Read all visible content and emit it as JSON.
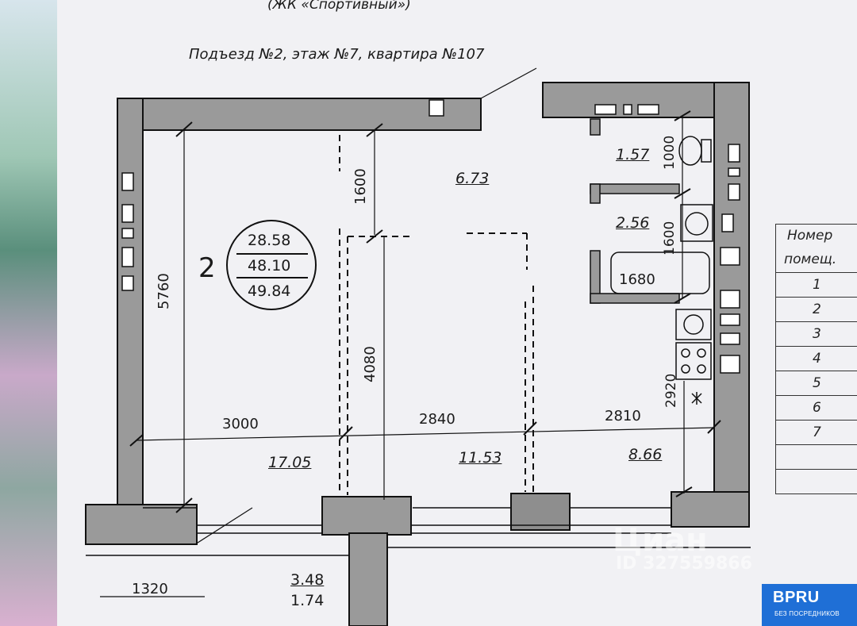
{
  "header": {
    "complex": "(ЖК «Спортивный»)",
    "location": "Подъезд №2, этаж №7, квартира №107"
  },
  "apartment": {
    "number": "2",
    "area_living": "28.58",
    "area_total": "48.10",
    "area_with_balcony": "49.84"
  },
  "rooms": {
    "hall": "6.73",
    "wc": "1.57",
    "bath": "2.56",
    "room_left": "17.05",
    "room_mid": "11.53",
    "kitchen": "8.66",
    "balcony_area": "3.48",
    "balcony_reduced": "1.74"
  },
  "dimensions": {
    "d5760": "5760",
    "d1600a": "1600",
    "d4080": "4080",
    "d3000": "3000",
    "d2840": "2840",
    "d2810": "2810",
    "d1000": "1000",
    "d1600b": "1600",
    "d1680": "1680",
    "d2920": "2920",
    "d1320": "1320"
  },
  "legend": {
    "header_line1": "Номер",
    "header_line2": "помещ.",
    "rows": [
      "1",
      "2",
      "3",
      "4",
      "5",
      "6",
      "7",
      "",
      ""
    ]
  },
  "watermark": {
    "brand": "Циан",
    "id": "ID 327559866"
  },
  "badge": {
    "logo": "BPRU",
    "sub": "БЕЗ ПОСРЕДНИКОВ"
  }
}
